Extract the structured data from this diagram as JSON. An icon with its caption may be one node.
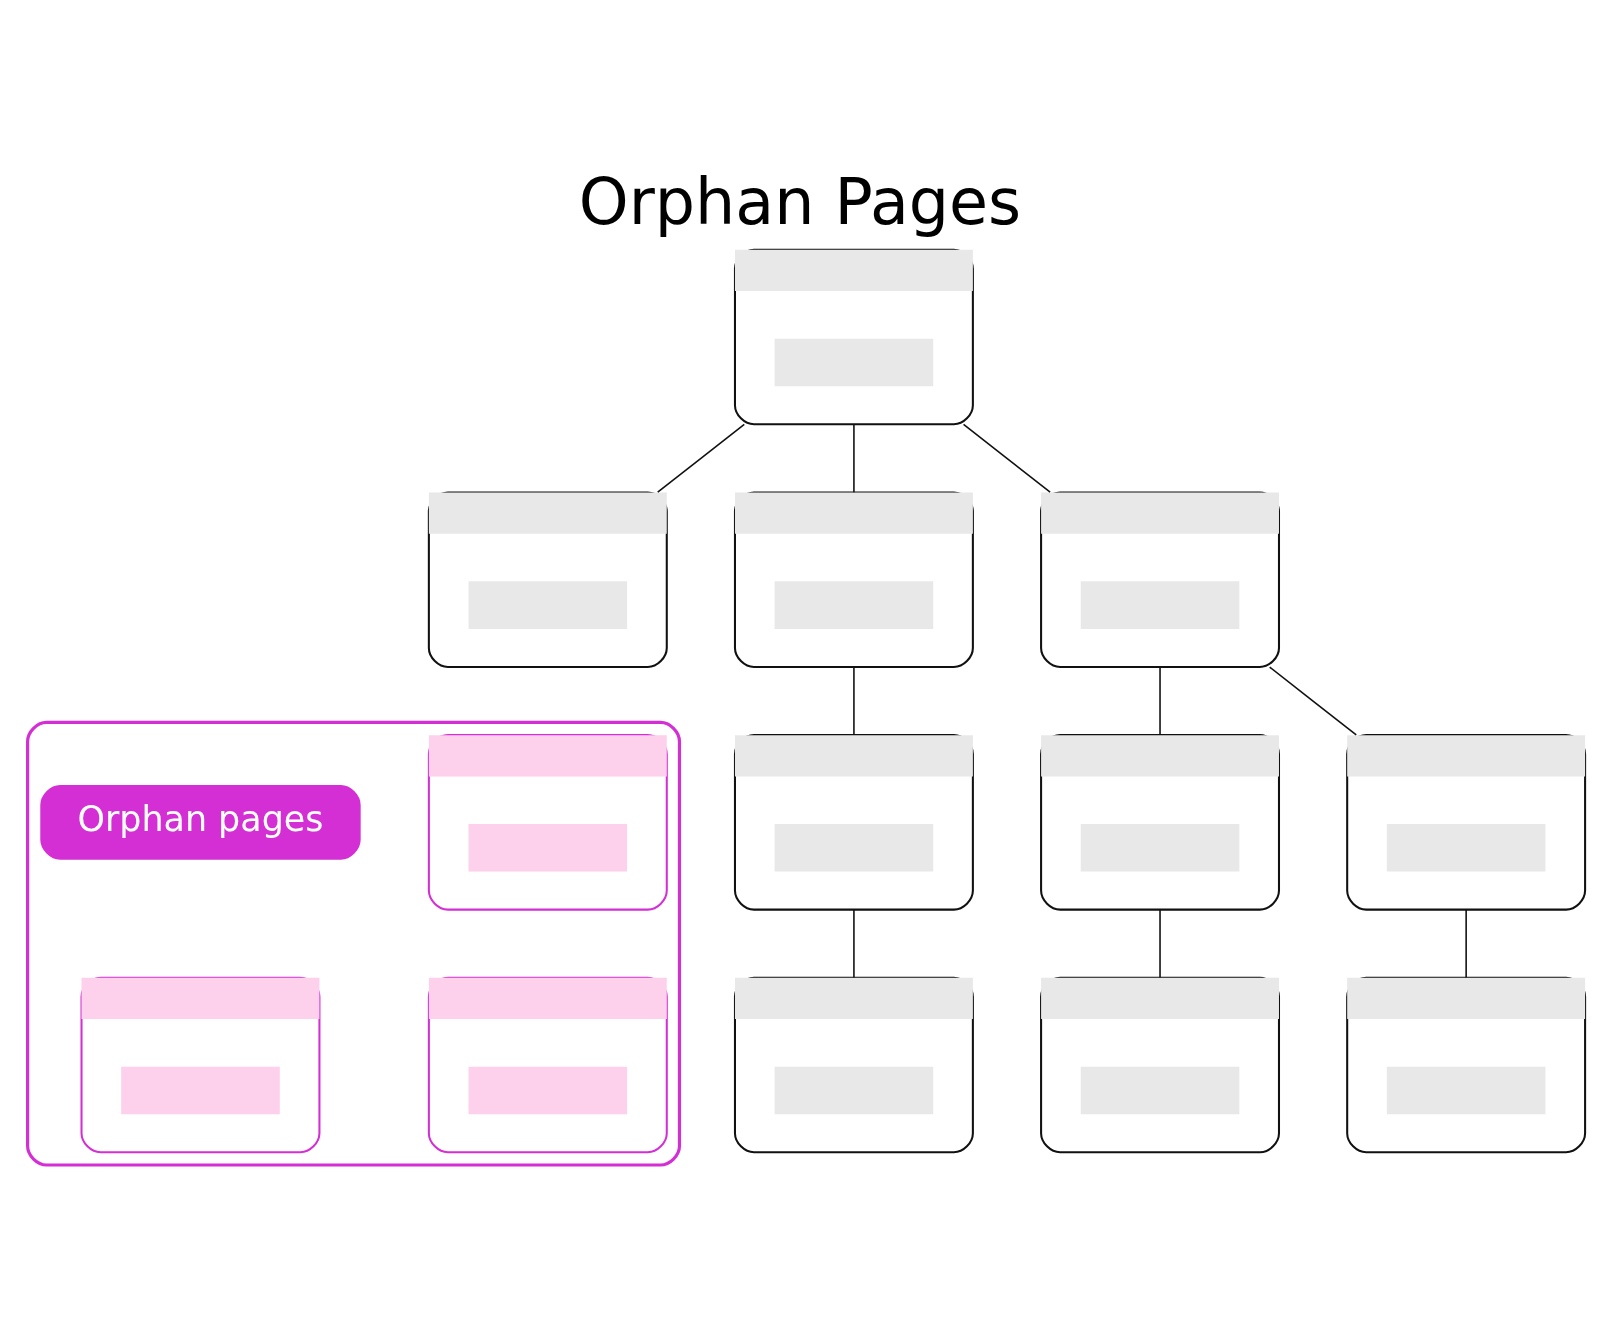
{
  "diagram": {
    "title": "Orphan Pages",
    "nodes": [
      {
        "text": [],
        "shape": "box"
      },
      {
        "text": [],
        "shape": "box"
      },
      {
        "text": [],
        "shape": "box"
      },
      {
        "text": [],
        "shape": "box"
      },
      {
        "text": [],
        "shape": "box"
      },
      {
        "text": [
          "Orphan pages"
        ],
        "in": 4
      },
      {
        "text": [],
        "shape": "box",
        "in": 4
      },
      {
        "text": [],
        "shape": "box"
      },
      {
        "text": [],
        "shape": "box"
      },
      {
        "text": [],
        "shape": "box"
      },
      {
        "text": [],
        "shape": "box",
        "in": 4
      },
      {
        "text": [],
        "shape": "box",
        "in": 4
      },
      {
        "text": [],
        "shape": "box"
      },
      {
        "text": [],
        "shape": "box"
      },
      {
        "text": [],
        "shape": "box"
      }
    ],
    "edges": [
      {
        "from": 0,
        "to": 1,
        "arrow": "none"
      },
      {
        "from": 0,
        "to": 2,
        "arrow": "none"
      },
      {
        "from": 0,
        "to": 3,
        "arrow": "none"
      },
      {
        "from": 2,
        "to": 7,
        "arrow": "none"
      },
      {
        "from": 3,
        "to": 8,
        "arrow": "none"
      },
      {
        "from": 3,
        "to": 9,
        "arrow": "none"
      },
      {
        "from": 7,
        "to": 12,
        "arrow": "none"
      },
      {
        "from": 8,
        "to": 13,
        "arrow": "none"
      },
      {
        "from": 9,
        "to": 14,
        "arrow": "none"
      }
    ]
  }
}
